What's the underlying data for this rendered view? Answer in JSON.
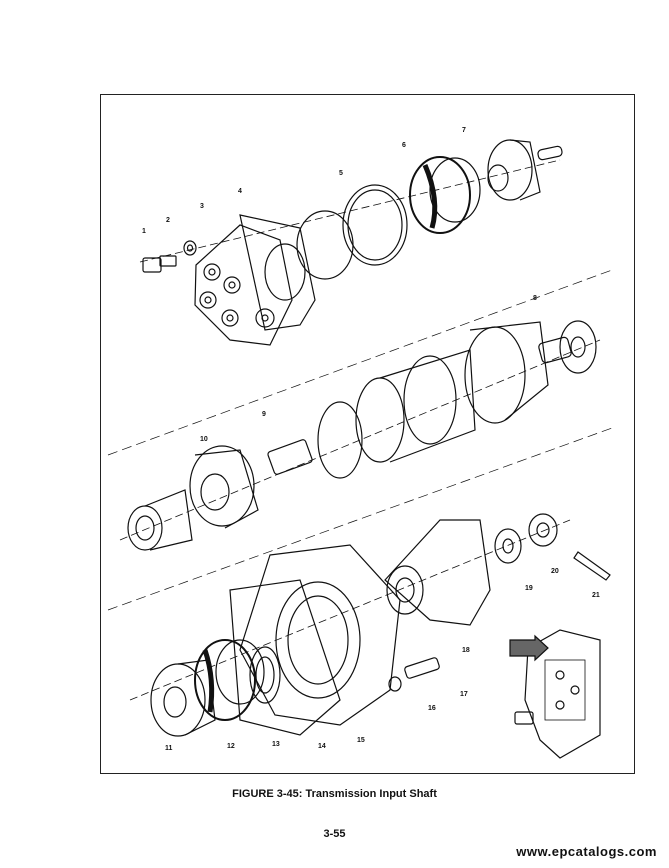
{
  "figure": {
    "caption": "FIGURE 3-45: Transmission Input Shaft",
    "page_number": "3-55",
    "watermark": "www.epcatalogs.com",
    "callouts": [
      {
        "label": "1"
      },
      {
        "label": "2"
      },
      {
        "label": "3"
      },
      {
        "label": "4"
      },
      {
        "label": "5"
      },
      {
        "label": "6"
      },
      {
        "label": "7"
      },
      {
        "label": "8"
      },
      {
        "label": "9"
      },
      {
        "label": "10"
      },
      {
        "label": "11"
      },
      {
        "label": "12"
      },
      {
        "label": "13"
      },
      {
        "label": "14"
      },
      {
        "label": "15"
      },
      {
        "label": "16"
      },
      {
        "label": "17"
      },
      {
        "label": "18"
      },
      {
        "label": "19"
      },
      {
        "label": "20"
      },
      {
        "label": "21"
      }
    ]
  }
}
